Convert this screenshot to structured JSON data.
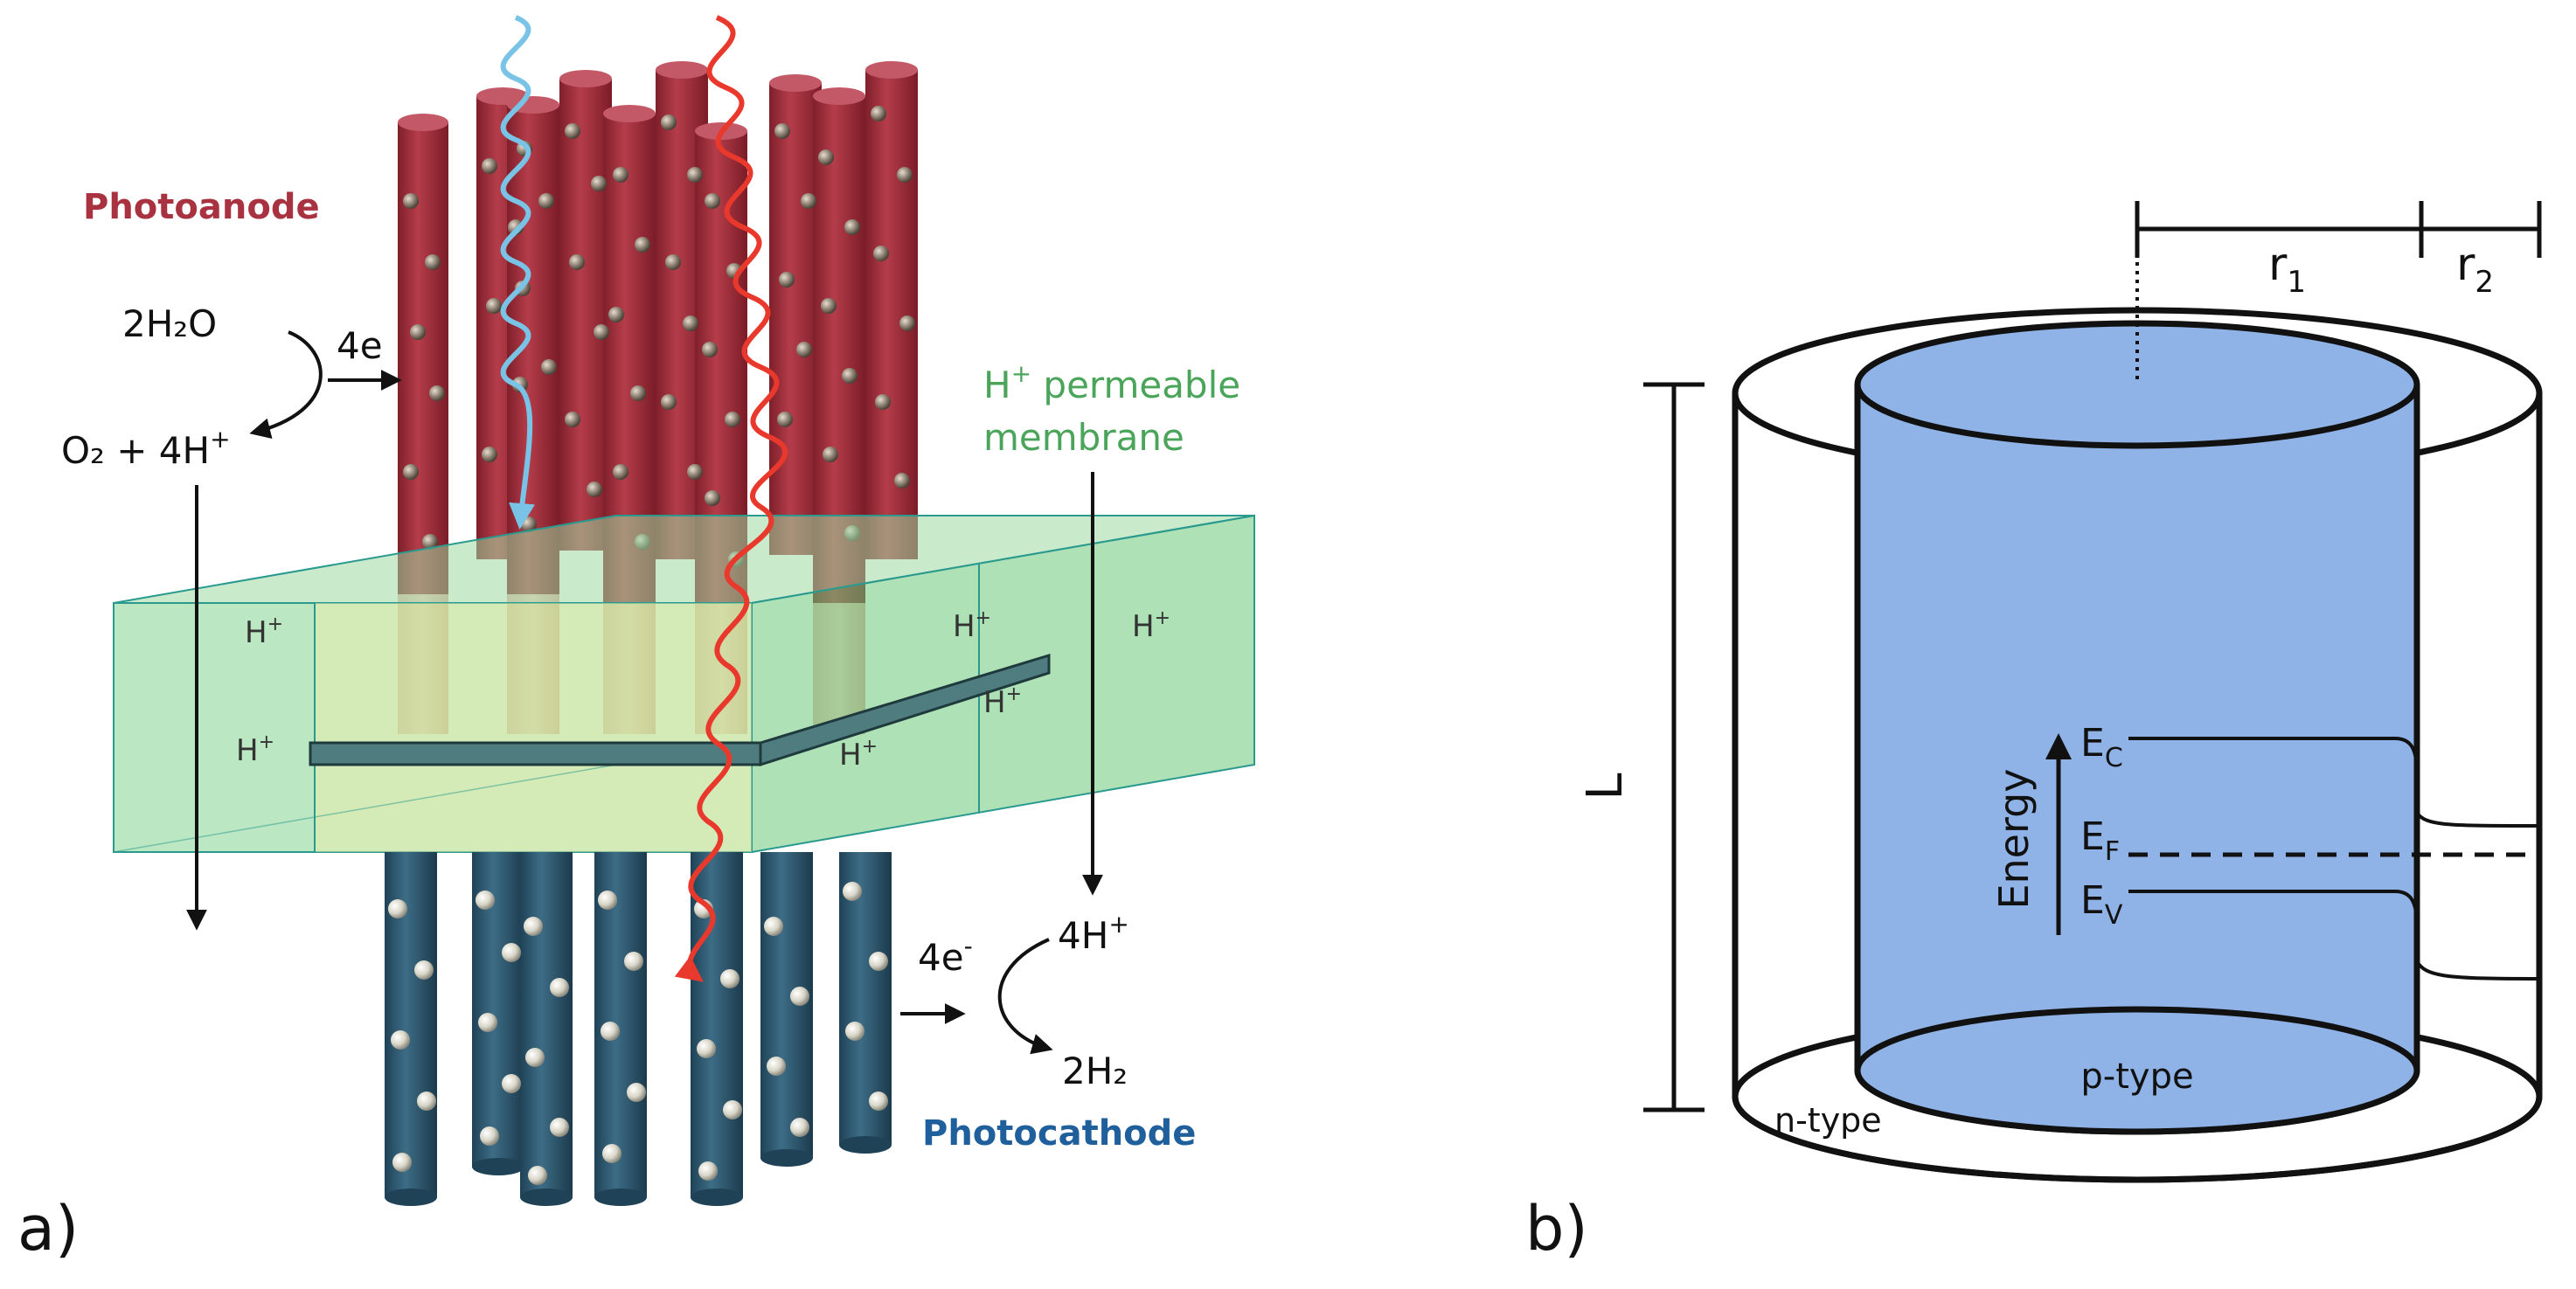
{
  "panel_a": {
    "panel_label": "a)",
    "photoanode_label": "Photoanode",
    "photocathode_label": "Photocathode",
    "membrane_label": {
      "prefix": "H",
      "sup": "+",
      "rest": " permeable",
      "line2": "membrane"
    },
    "anode_reaction": {
      "reactant": "2H₂O",
      "electrons": "4e",
      "products": "O₂ + 4H",
      "products_sup": "+"
    },
    "cathode_reaction": {
      "electrons": "4e",
      "electrons_sup": "-",
      "reactant": "4H",
      "reactant_sup": "+",
      "product": "2H₂"
    },
    "proton_label": "H",
    "proton_sup": "+",
    "colors": {
      "anode": "#a8323f",
      "cathode": "#2e5a72",
      "membrane": "#6bc97a",
      "light_blue": "#79c3e6",
      "light_red": "#e8392c"
    }
  },
  "panel_b": {
    "panel_label": "b)",
    "r1_label": "r",
    "r1_sub": "1",
    "r2_label": "r",
    "r2_sub": "2",
    "length_label": "L",
    "energy_label": "Energy",
    "ec_label": "E",
    "ec_sub": "C",
    "ef_label": "E",
    "ef_sub": "F",
    "ev_label": "E",
    "ev_sub": "V",
    "core_label": "p-type",
    "shell_label": "n-type",
    "colors": {
      "core": "#8fb3e6"
    }
  }
}
